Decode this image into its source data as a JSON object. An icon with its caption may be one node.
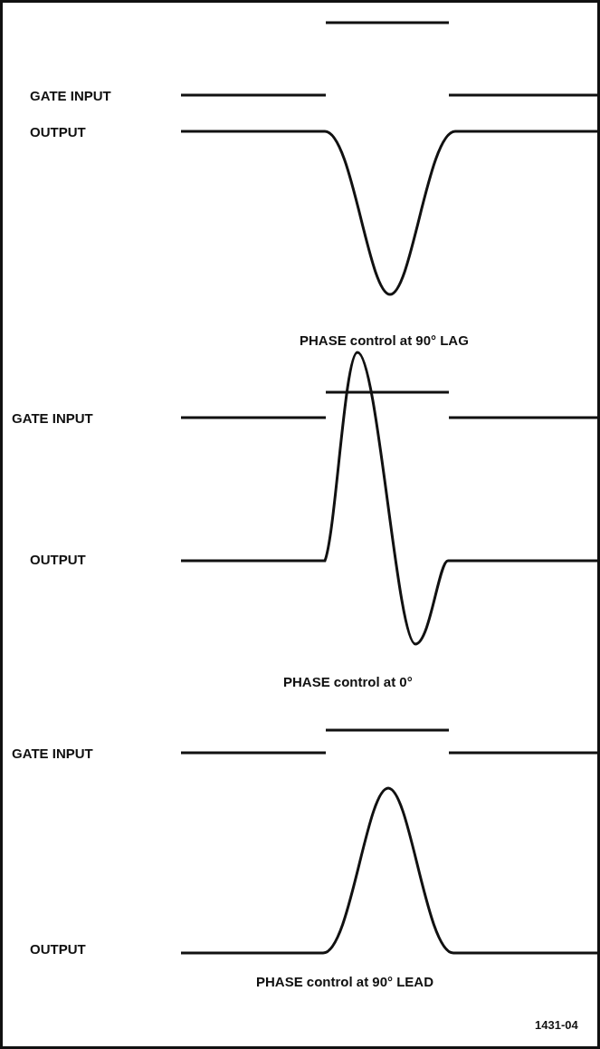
{
  "diagram": {
    "labels": [
      "GATE INPUT",
      "OUTPUT",
      "PHASE control at 90° LAG",
      "GATE INPUT",
      "OUTPUT",
      "PHASE control at 0°",
      "GATE INPUT",
      "OUTPUT",
      "PHASE control at 90° LEAD",
      "1431-04"
    ]
  }
}
